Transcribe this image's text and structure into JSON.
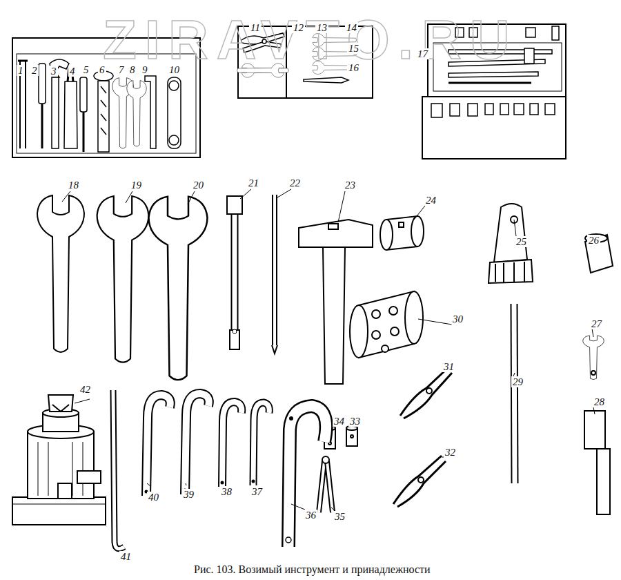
{
  "diagram": {
    "caption": "Рис. 103. Возимый инструмент и принадлежности",
    "labels": [
      "1",
      "2",
      "3",
      "4",
      "5",
      "6",
      "7",
      "8",
      "9",
      "10",
      "11",
      "12",
      "13",
      "14",
      "15",
      "16",
      "17",
      "18",
      "19",
      "20",
      "21",
      "22",
      "23",
      "24",
      "25",
      "26",
      "27",
      "28",
      "29",
      "30",
      "31",
      "32",
      "33",
      "34",
      "35",
      "36",
      "37",
      "38",
      "39",
      "40",
      "41",
      "42",
      "ZIRAVTO.RU"
    ]
  }
}
